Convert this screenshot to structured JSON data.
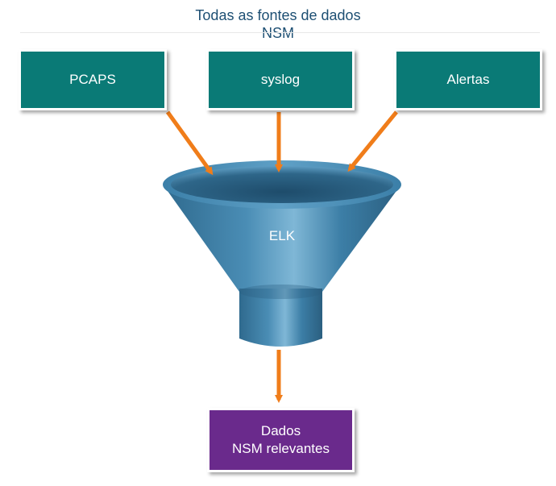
{
  "title": {
    "line1": "Todas as fontes de dados",
    "line2": "NSM"
  },
  "sources": [
    {
      "label": "PCAPS"
    },
    {
      "label": "syslog"
    },
    {
      "label": "Alertas"
    }
  ],
  "funnel": {
    "label": "ELK"
  },
  "output": {
    "line1": "Dados",
    "line2": "NSM relevantes"
  },
  "colors": {
    "source_box": "#0a7a76",
    "output_box": "#6a2a8c",
    "arrow": "#f07d1a",
    "funnel": "#3b7fa8",
    "title_text": "#1d4f73"
  }
}
